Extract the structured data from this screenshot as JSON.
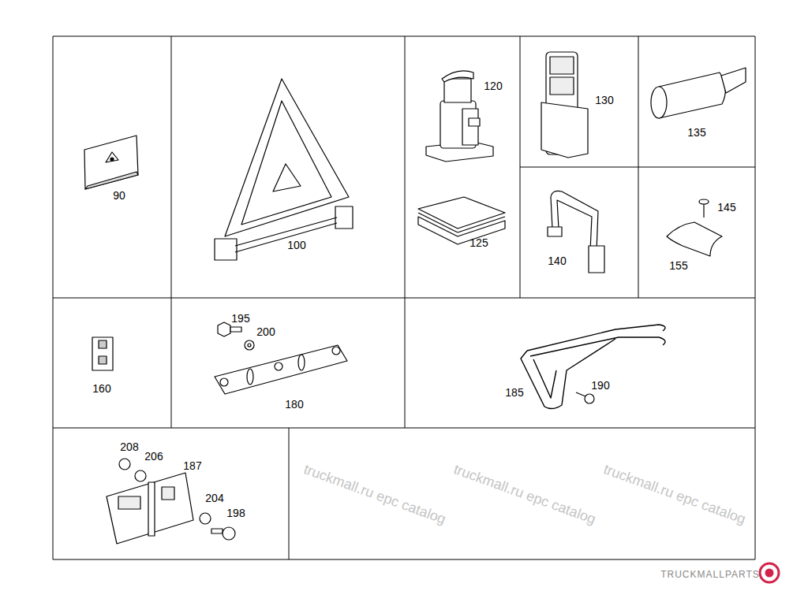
{
  "diagram": {
    "labels": [
      "90",
      "100",
      "120",
      "130",
      "135",
      "125",
      "140",
      "145",
      "155",
      "160",
      "195",
      "200",
      "180",
      "185",
      "190",
      "208",
      "206",
      "187",
      "204",
      "198",
      "truckmall.ru epc catalog",
      "truckmall.ru epc catalog",
      "truckmall.ru epc catalog",
      "TRUCKMALLPARTS"
    ]
  }
}
